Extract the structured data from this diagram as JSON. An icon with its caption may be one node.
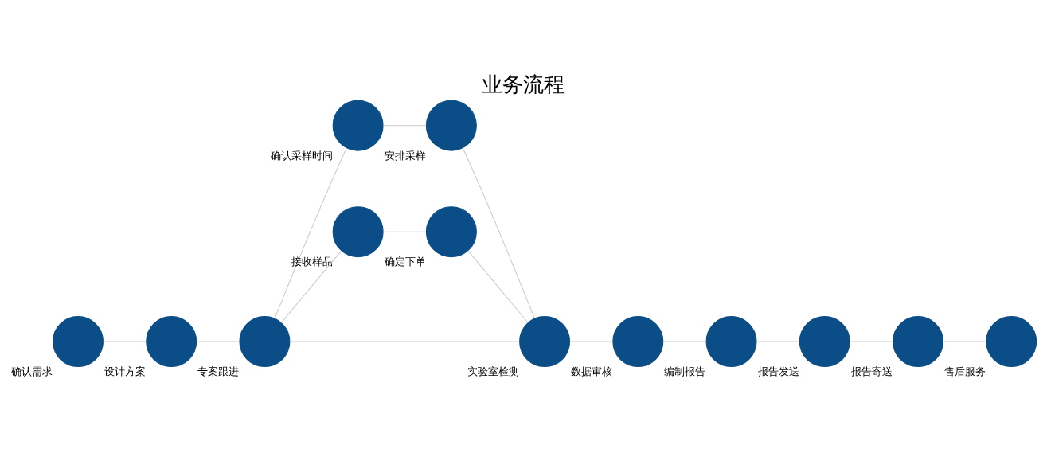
{
  "diagram": {
    "title": "业务流程",
    "nodes": [
      {
        "text": [],
        "shape": "circle",
        "beside": [
          "确认需求"
        ]
      },
      {
        "text": [],
        "shape": "circle",
        "beside": [
          "设计方案"
        ]
      },
      {
        "text": [],
        "shape": "circle",
        "beside": [
          "专案跟进"
        ]
      },
      {
        "text": [],
        "shape": "circle",
        "beside": [
          "确认采样时间"
        ]
      },
      {
        "text": [],
        "shape": "circle",
        "beside": [
          "安排采样"
        ]
      },
      {
        "text": [],
        "shape": "circle",
        "beside": [
          "接收样品"
        ]
      },
      {
        "text": [],
        "shape": "circle",
        "beside": [
          "确定下单"
        ]
      },
      {
        "text": [],
        "shape": "circle",
        "beside": [
          "实验室检测"
        ]
      },
      {
        "text": [],
        "shape": "circle",
        "beside": [
          "数据审核"
        ]
      },
      {
        "text": [],
        "shape": "circle",
        "beside": [
          "编制报告"
        ]
      },
      {
        "text": [],
        "shape": "circle",
        "beside": [
          "报告发送"
        ]
      },
      {
        "text": [],
        "shape": "circle",
        "beside": [
          "报告寄送"
        ]
      },
      {
        "text": [],
        "shape": "circle",
        "beside": [
          "售后服务"
        ]
      }
    ],
    "edges": [
      {
        "from": 0,
        "to": 1,
        "arrow": "none"
      },
      {
        "from": 1,
        "to": 2,
        "arrow": "none"
      },
      {
        "from": 2,
        "to": 3,
        "arrow": "none"
      },
      {
        "from": 3,
        "to": 4,
        "arrow": "none"
      },
      {
        "from": 4,
        "to": 7,
        "arrow": "none"
      },
      {
        "from": 2,
        "to": 7,
        "arrow": "none"
      },
      {
        "from": 2,
        "to": 5,
        "arrow": "none"
      },
      {
        "from": 5,
        "to": 6,
        "arrow": "none"
      },
      {
        "from": 6,
        "to": 7,
        "arrow": "none"
      },
      {
        "from": 7,
        "to": 8,
        "arrow": "none"
      },
      {
        "from": 8,
        "to": 9,
        "arrow": "none"
      },
      {
        "from": 9,
        "to": 10,
        "arrow": "none"
      },
      {
        "from": 10,
        "to": 11,
        "arrow": "none"
      },
      {
        "from": 11,
        "to": 12,
        "arrow": "none"
      }
    ]
  }
}
